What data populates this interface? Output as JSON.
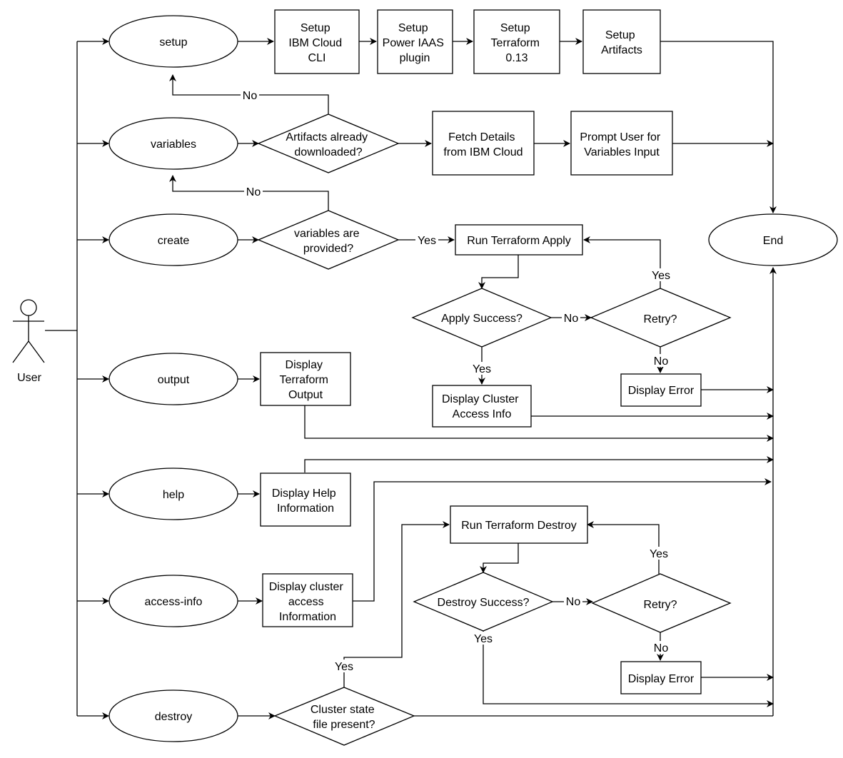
{
  "actor": {
    "label": "User"
  },
  "nodes": {
    "setup": "setup",
    "variables": "variables",
    "create": "create",
    "output": "output",
    "help": "help",
    "access_info": "access-info",
    "destroy": "destroy",
    "end": "End",
    "setup_cli": [
      "Setup",
      "IBM Cloud",
      "CLI"
    ],
    "setup_plugin": [
      "Setup",
      "Power IAAS",
      "plugin"
    ],
    "setup_terraform": [
      "Setup",
      "Terraform",
      "0.13"
    ],
    "setup_artifacts": [
      "Setup",
      "Artifacts"
    ],
    "artifacts_downloaded": [
      "Artifacts already",
      "downloaded?"
    ],
    "fetch_details": [
      "Fetch Details",
      "from IBM Cloud"
    ],
    "prompt_user": [
      "Prompt User for",
      "Variables Input"
    ],
    "variables_provided": [
      "variables are",
      "provided?"
    ],
    "run_apply": "Run Terraform Apply",
    "apply_success": "Apply Success?",
    "retry_apply": "Retry?",
    "display_error_apply": "Display Error",
    "display_cluster_access": [
      "Display Cluster",
      "Access Info"
    ],
    "display_output": [
      "Display",
      "Terraform",
      "Output"
    ],
    "display_help": [
      "Display Help",
      "Information"
    ],
    "display_access_information": [
      "Display cluster",
      "access",
      "Information"
    ],
    "run_destroy": "Run Terraform Destroy",
    "destroy_success": "Destroy Success?",
    "retry_destroy": "Retry?",
    "display_error_destroy": "Display Error",
    "cluster_state": [
      "Cluster state",
      "file present?"
    ]
  },
  "edge_labels": {
    "no_setup": "No",
    "no_variables": "No",
    "yes_create": "Yes",
    "no_apply": "No",
    "yes_apply_success": "Yes",
    "yes_retry_apply": "Yes",
    "no_retry_apply": "No",
    "no_destroy": "No",
    "yes_destroy_success": "Yes",
    "yes_retry_destroy": "Yes",
    "no_retry_destroy": "No",
    "yes_cluster_state": "Yes"
  }
}
